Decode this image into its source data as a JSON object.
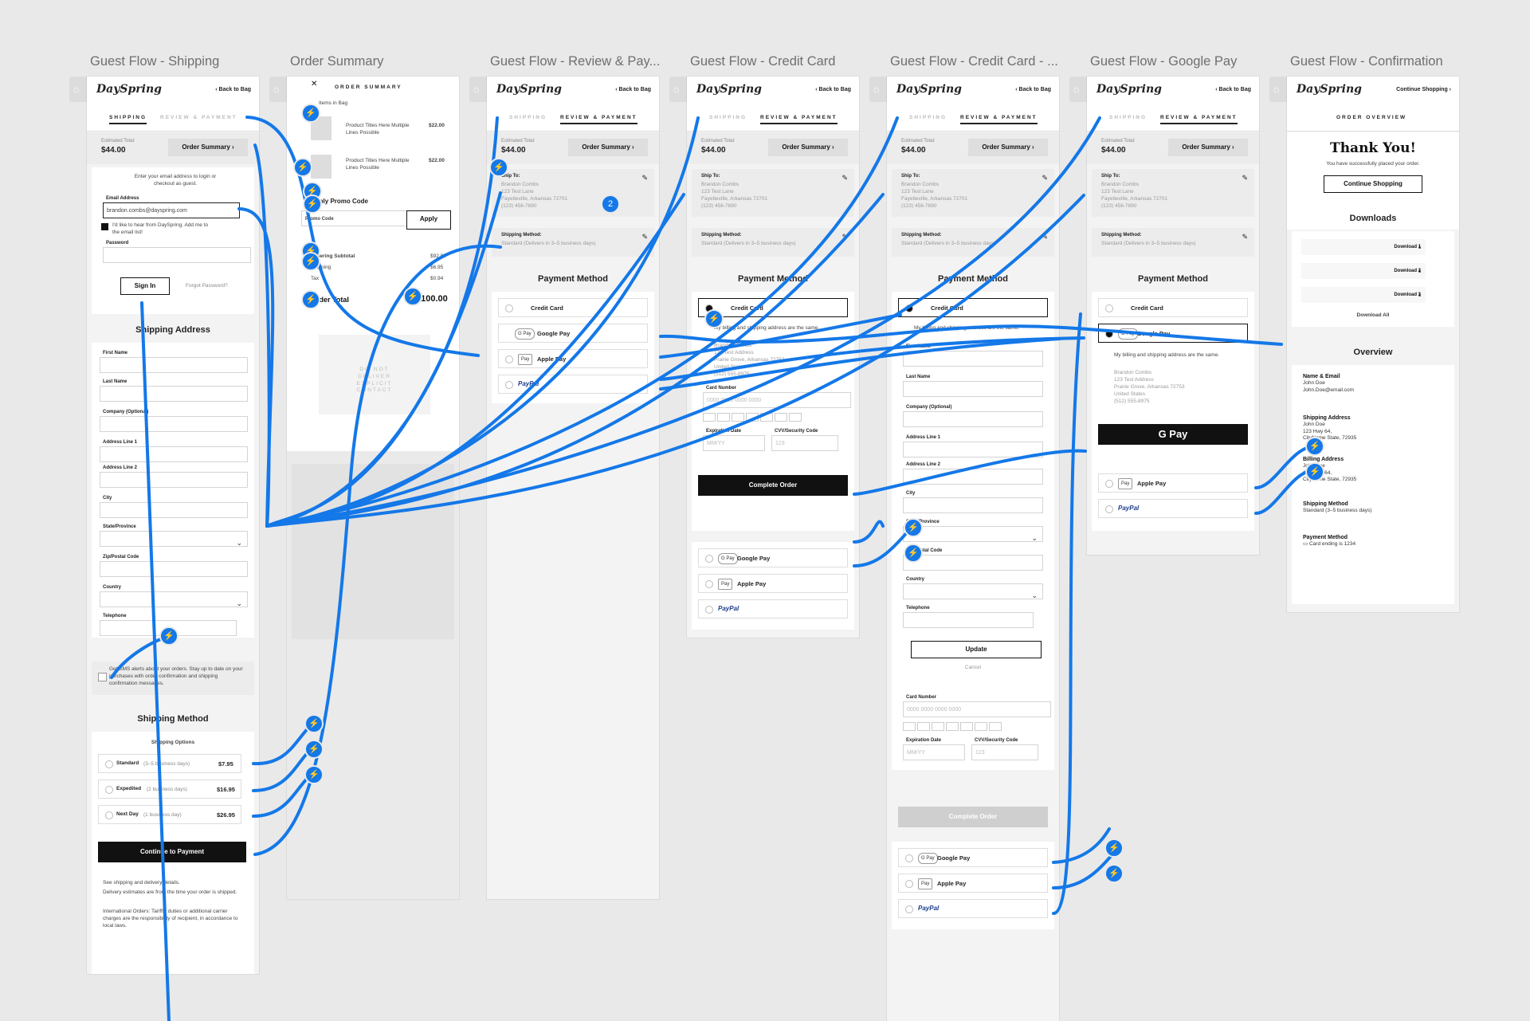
{
  "frames": {
    "shipping": {
      "title": "Guest Flow - Shipping"
    },
    "order_summary": {
      "title": "Order Summary"
    },
    "review_pay": {
      "title": "Guest Flow - Review & Pay..."
    },
    "credit_card": {
      "title": "Guest Flow - Credit Card"
    },
    "credit_card_2": {
      "title": "Guest Flow - Credit Card - ..."
    },
    "google_pay": {
      "title": "Guest Flow - Google Pay"
    },
    "confirmation": {
      "title": "Guest Flow - Confirmation"
    }
  },
  "brand": {
    "logo": "DaySpring",
    "back_to_bag": "Back to Bag",
    "continue_shopping": "Continue Shopping"
  },
  "tabs": {
    "shipping": "SHIPPING",
    "review": "REVIEW & PAYMENT",
    "order_overview": "ORDER OVERVIEW"
  },
  "estimate": {
    "label": "Estimated Total:",
    "value": "$44.00",
    "order_summary_btn": "Order Summary"
  },
  "shipping_form": {
    "intro": "Enter your email address to login or checkout as guest.",
    "email_label": "Email Address",
    "email_value": "brandon.combs@dayspring.com",
    "newsletter": "I'd like to hear from DaySpring. Add me to the email list!",
    "password_label": "Password",
    "sign_in": "Sign In",
    "forgot": "Forgot Password?",
    "address_heading": "Shipping Address",
    "fields": [
      "First Name",
      "Last Name",
      "Company (Optional)",
      "Address Line 1",
      "Address Line 2",
      "City",
      "State/Province",
      "Zip/Postal Code",
      "Country",
      "Telephone"
    ],
    "sms": "Get SMS alerts about your orders. Stay up to date on your purchases with order confirmation and shipping confirmation messages.",
    "method_heading": "Shipping Method",
    "options_label": "Shipping Options",
    "options": [
      {
        "name": "Standard",
        "days": "(3–5 business days)",
        "price": "$7.95"
      },
      {
        "name": "Expedited",
        "days": "(2 business days)",
        "price": "$16.95"
      },
      {
        "name": "Next Day",
        "days": "(1 business day)",
        "price": "$26.95"
      }
    ],
    "continue": "Continue to Payment",
    "see_details": "See shipping and delivery details.",
    "delivery_note": "Delivery estimates are from the time your order is shipped.",
    "intl_note": "International Orders: Tariffs, duties or additional carrier charges are the responsibility of recipient, in accordance to local laws."
  },
  "order_summary": {
    "heading": "ORDER SUMMARY",
    "items_in_bag": "Items in Bag",
    "item_title": "Product Titles Here Multiple Lines Possible",
    "item1_price": "$22.00",
    "item2_price": "$22.00",
    "promo_heading": "Apply Promo Code",
    "promo_placeholder": "Promo Code",
    "apply": "Apply",
    "subtotal_label": "Ordering Subtotal",
    "subtotal": "$92.99",
    "shipping_label": "Shipping",
    "shipping": "$6.95",
    "tax_label": "Tax",
    "tax": "$0.94",
    "total_label": "Order Total",
    "total": "$100.00",
    "links": "DO NOT DELIVER EXPLICIT CONTACT"
  },
  "review": {
    "ship_to_label": "Ship To:",
    "ship_to_lines": [
      "Brandon Combs",
      "123 Test Lane",
      "Fayetteville, Arkansas 72701",
      "(123) 456-7890"
    ],
    "method_label": "Shipping Method:",
    "method_value": "Standard (Delivers in 3–5 business days)",
    "payment_heading": "Payment Method",
    "credit_card": "Credit Card",
    "google_pay": "Google Pay",
    "apple_pay": "Apple Pay",
    "paypal": "PayPal",
    "billing_same": "My billing and shipping address are the same.",
    "billing_lines": [
      "Brandon Combs",
      "123 Test Address",
      "Prairie Grove, Arkansas 72753",
      "United States",
      "(512) 555-8975"
    ],
    "card_number_label": "Card Number",
    "card_number_placeholder": "0000 0000 0000 0000",
    "expiration_label": "Expiration Date",
    "expiration_placeholder": "MM/YY",
    "cvv_label": "CVV/Security Code",
    "cvv_placeholder": "123",
    "complete_order": "Complete Order",
    "update": "Update",
    "cancel": "Cancel",
    "gpay_button": "G Pay"
  },
  "confirmation": {
    "thanks": "Thank You!",
    "placed": "You have successfully placed your order.",
    "continue": "Continue Shopping",
    "downloads_heading": "Downloads",
    "downloads": [
      "Download 1",
      "Download 2",
      "Download 3"
    ],
    "download_all": "Download All",
    "overview_heading": "Overview",
    "name_email_label": "Name & Email",
    "name_email": [
      "John Doe",
      "John.Doe@email.com"
    ],
    "ship_label": "Shipping Address",
    "ship_lines": [
      "John Doe",
      "123 Hwy 64,",
      "CityName State, 72935"
    ],
    "bill_label": "Billing Address",
    "bill_lines": [
      "John Doe",
      "123 Hwy 64,",
      "CityName State, 72935"
    ],
    "method_label": "Shipping Method",
    "method_value": "Standard (3–5 business days)",
    "payment_label": "Payment Method",
    "payment_value": "Card ending is 1234"
  },
  "hotspot_badge": "2",
  "colors": {
    "link": "#1478e8",
    "bg": "#e9e9e9",
    "button": "#111111"
  }
}
